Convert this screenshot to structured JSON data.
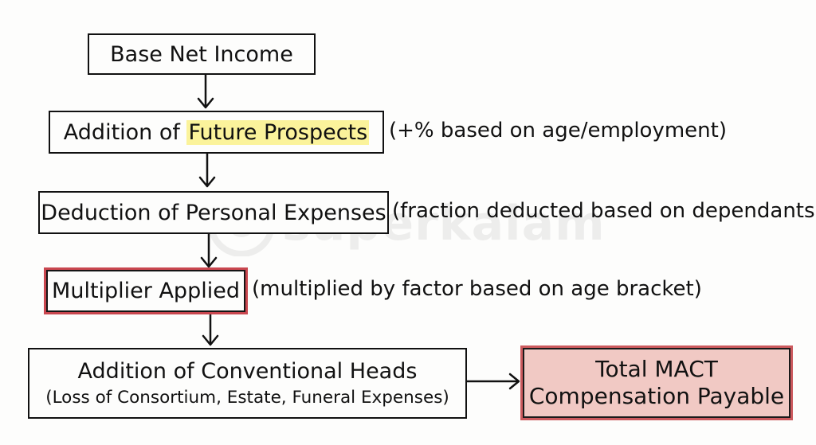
{
  "steps": [
    {
      "label": "Base Net Income"
    },
    {
      "label_prefix": "Addition of ",
      "label_highlight": "Future Prospects",
      "note": "(+% based on age/employment)"
    },
    {
      "label": "Deduction of Personal Expenses",
      "note": "(fraction deducted based on dependants)"
    },
    {
      "label": "Multiplier Applied",
      "note": "(multiplied by factor based on age bracket)"
    },
    {
      "label": "Addition of Conventional Heads",
      "sublabel": "(Loss of Consortium, Estate, Funeral Expenses)"
    }
  ],
  "result": {
    "line1": "Total MACT",
    "line2": "Compensation Payable"
  },
  "watermark": "superkalam",
  "colors": {
    "highlight": "#fbf39b",
    "accent_red": "#c9474f",
    "result_fill": "#f1c9c4"
  }
}
